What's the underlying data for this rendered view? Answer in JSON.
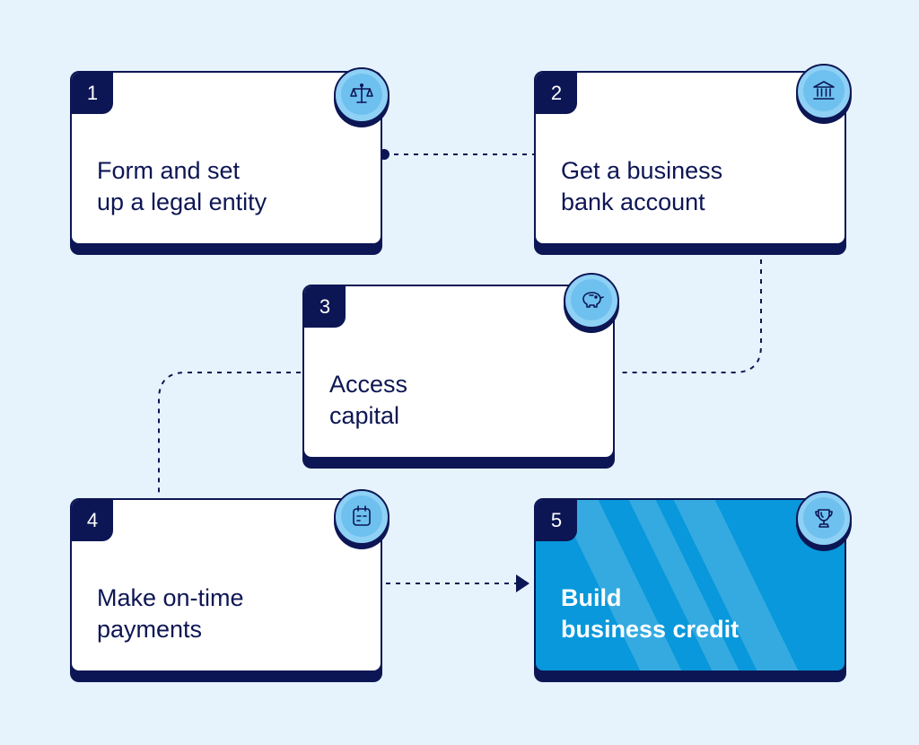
{
  "steps": [
    {
      "number": "1",
      "label_line1": "Form and set",
      "label_line2": "up a legal entity",
      "icon": "scales-icon"
    },
    {
      "number": "2",
      "label_line1": "Get a business",
      "label_line2": "bank account",
      "icon": "bank-icon"
    },
    {
      "number": "3",
      "label_line1": "Access",
      "label_line2": "capital",
      "icon": "piggy-bank-icon"
    },
    {
      "number": "4",
      "label_line1": "Make on-time",
      "label_line2": "payments",
      "icon": "calendar-icon"
    },
    {
      "number": "5",
      "label_line1": "Build",
      "label_line2": "business credit",
      "icon": "trophy-icon"
    }
  ],
  "colors": {
    "background": "#e6f3fc",
    "navy": "#0d1654",
    "card": "#ffffff",
    "highlight_card": "#0898db",
    "badge": "#8fd0f5"
  }
}
